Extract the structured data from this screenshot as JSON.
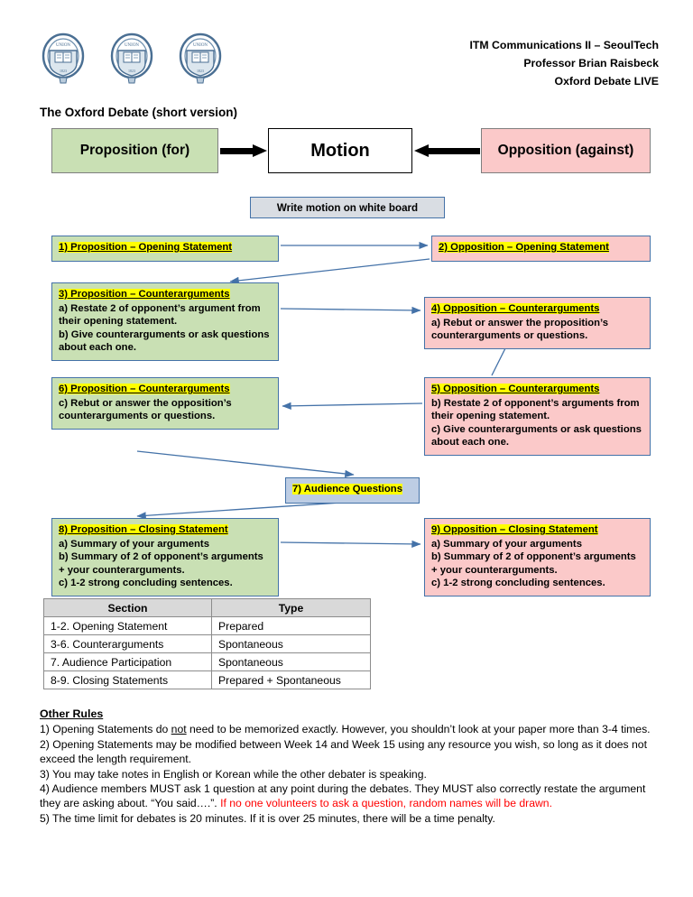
{
  "header": {
    "course": "ITM Communications II – SeoulTech",
    "professor": "Professor Brian Raisbeck",
    "event": "Oxford Debate LIVE",
    "crest_label": "oxford-union-society-crest"
  },
  "doc_title": "The Oxford Debate (short version)",
  "top_flow": {
    "proposition": "Proposition (for)",
    "motion": "Motion",
    "opposition": "Opposition (against)",
    "whiteboard": "Write motion on white board"
  },
  "steps": [
    {
      "id": "s1",
      "side": "green",
      "heading": "1) Proposition – Opening Statement",
      "body": ""
    },
    {
      "id": "s2",
      "side": "pink",
      "heading": "2) Opposition – Opening Statement",
      "body": ""
    },
    {
      "id": "s3",
      "side": "green",
      "heading": "3) Proposition – Counterarguments",
      "body": "a) Restate 2 of opponent’s argument from their opening statement.\nb) Give counterarguments or ask questions about each one."
    },
    {
      "id": "s4",
      "side": "pink",
      "heading": "4) Opposition – Counterarguments",
      "body": "a) Rebut or answer the proposition’s counterarguments or questions."
    },
    {
      "id": "s5",
      "side": "pink",
      "heading": "5) Opposition – Counterarguments",
      "body": "b) Restate 2 of opponent’s arguments from their opening statement.\nc) Give counterarguments or ask questions about each one."
    },
    {
      "id": "s6",
      "side": "green",
      "heading": "6) Proposition – Counterarguments",
      "body": "c) Rebut or answer the opposition’s counterarguments or questions."
    },
    {
      "id": "s7",
      "side": "blue",
      "heading": "7) Audience Questions",
      "body": ""
    },
    {
      "id": "s8",
      "side": "green",
      "heading": "8) Proposition – Closing Statement",
      "body": "a) Summary of your arguments\nb) Summary of 2 of opponent’s arguments\n+ your counterarguments.\nc) 1-2 strong concluding sentences."
    },
    {
      "id": "s9",
      "side": "pink",
      "heading": "9) Opposition – Closing Statement",
      "body": "a) Summary of your arguments\nb) Summary of 2 of opponent’s arguments\n+ your counterarguments.\nc) 1-2 strong concluding sentences."
    }
  ],
  "table": {
    "headers": [
      "Section",
      "Type"
    ],
    "rows": [
      [
        "1-2. Opening Statement",
        "Prepared"
      ],
      [
        "3-6. Counterarguments",
        "Spontaneous"
      ],
      [
        "7. Audience Participation",
        "Spontaneous"
      ],
      [
        "8-9. Closing Statements",
        "Prepared + Spontaneous"
      ]
    ]
  },
  "other_rules": {
    "title": "Other Rules",
    "r1_a": "1) Opening Statements do ",
    "r1_not": "not",
    "r1_b": " need to be memorized exactly. However, you shouldn’t look at your paper more than 3-4 times.",
    "r2": "2) Opening Statements may be modified between Week 14 and Week 15 using any resource you wish, so long as it does not exceed the length requirement.",
    "r3": "3) You may take notes in English or Korean while the other debater is speaking.",
    "r4_a": "4) Audience members MUST ask 1 question at any point during the debates. They MUST also correctly restate the argument they are asking about. “You said….”.  ",
    "r4_red": "If no one volunteers to ask a question, random names will be drawn.",
    "r5": "5) The time limit for debates is 20 minutes. If it is over 25 minutes, there will be a time penalty."
  },
  "colors": {
    "proposition_green": "#c9e0b4",
    "opposition_pink": "#fbc9c9",
    "audience_blue": "#bdcde4",
    "box_border_blue": "#4472a8",
    "highlight_yellow": "#ffff00",
    "warning_red": "#ff0000"
  }
}
